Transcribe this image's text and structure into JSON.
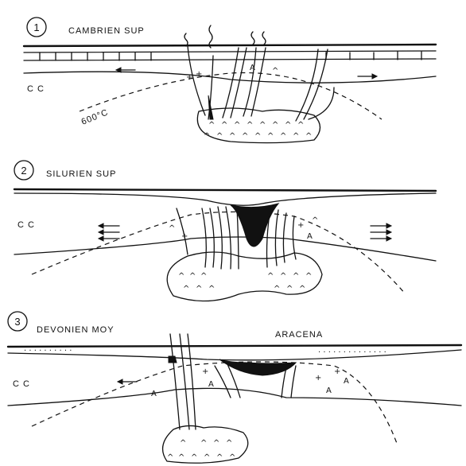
{
  "panels": [
    {
      "number": "1",
      "title": "CAMBRIEN SUP",
      "cc": "C C",
      "isotherm": "600°C"
    },
    {
      "number": "2",
      "title": "SILURIEN SUP",
      "cc": "C C"
    },
    {
      "number": "3",
      "title": "DEVONIEN MOY",
      "cc": "C C",
      "place": "ARACENA"
    }
  ]
}
